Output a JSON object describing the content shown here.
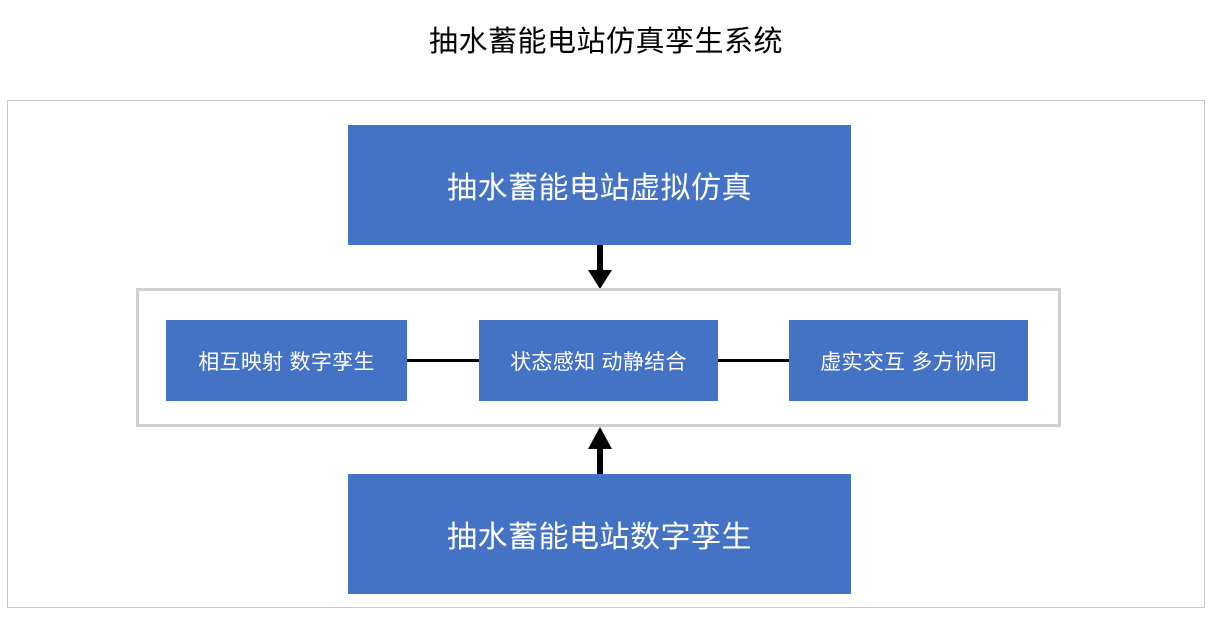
{
  "title": "抽水蓄能电站仿真孪生系统",
  "colors": {
    "node_fill": "#4472C4",
    "node_text": "#FFFFFF",
    "frame_border": "#C9C9C9",
    "group_border": "#CFCFCF",
    "arrow": "#000000",
    "connector": "#000000",
    "title_text": "#000000",
    "background": "#FFFFFF"
  },
  "diagram": {
    "type": "flow-diagram",
    "top_node": {
      "label": "抽水蓄能电站虚拟仿真"
    },
    "bottom_node": {
      "label": "抽水蓄能电站数字孪生"
    },
    "group": {
      "nodes": [
        {
          "label": "相互映射 数字孪生"
        },
        {
          "label": "状态感知 动静结合"
        },
        {
          "label": "虚实交互 多方协同"
        }
      ]
    },
    "arrows": [
      {
        "name": "down-arrow",
        "from": "抽水蓄能电站虚拟仿真",
        "to": "group",
        "direction": "down"
      },
      {
        "name": "up-arrow",
        "from": "抽水蓄能电站数字孪生",
        "to": "group",
        "direction": "up"
      }
    ],
    "connectors": [
      {
        "name": "connector-1",
        "between": [
          "相互映射 数字孪生",
          "状态感知 动静结合"
        ]
      },
      {
        "name": "connector-2",
        "between": [
          "状态感知 动静结合",
          "虚实交互 多方协同"
        ]
      }
    ]
  }
}
